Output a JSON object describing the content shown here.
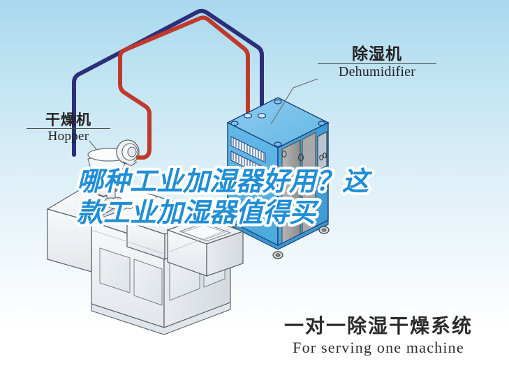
{
  "image": {
    "kind": "technical-illustration",
    "subject": "one-to-one dehumidifying drying system",
    "background_top_color": "#a8d8ee",
    "background_bottom_color": "#ffffff"
  },
  "headline": {
    "line1": "哪种工业加湿器好用？这",
    "line2": "款工业加湿器值得买",
    "text_color": "#1f8ed6",
    "outline_color": "#ffffff"
  },
  "labels": {
    "dehumidifier": {
      "cn": "除湿机",
      "en": "Dehumidifier"
    },
    "hopper": {
      "cn": "干燥机",
      "en": "Hopper"
    }
  },
  "caption": {
    "cn": "一对一除湿干燥系统",
    "en": "For serving one machine"
  },
  "diagram": {
    "pipes": [
      {
        "name": "return-air-pipe",
        "color": "#2b2f7a"
      },
      {
        "name": "hot-dry-air-pipe",
        "color": "#c0392b"
      }
    ],
    "dehumidifier_unit": {
      "body_color": "#5cb3e4",
      "top_color": "#7cc6ec",
      "side_color": "#49a6dc",
      "panel_color": "#9a9a9a",
      "outline_color": "#1b3f7a"
    },
    "molding_machine": {
      "body_color": "#f2f4f6",
      "shade_color": "#dfe3e7",
      "outline_color": "#5a6068"
    }
  }
}
